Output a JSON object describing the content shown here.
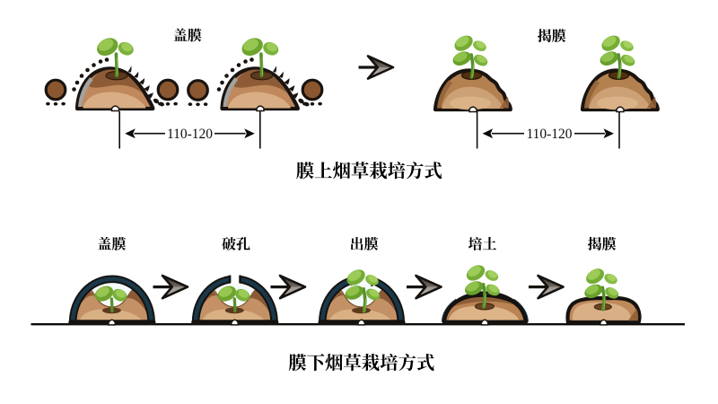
{
  "diagram": {
    "top_method": {
      "film_on_label": "盖膜",
      "film_removed_label": "揭膜",
      "row_spacing_left": "110-120",
      "row_spacing_right": "110-120",
      "caption": "膜上烟草栽培方式"
    },
    "bottom_method": {
      "stages": [
        {
          "label": "盖膜"
        },
        {
          "label": "破孔"
        },
        {
          "label": "出膜"
        },
        {
          "label": "培土"
        },
        {
          "label": "揭膜"
        }
      ],
      "caption": "膜下烟草栽培方式"
    },
    "colors": {
      "background": "#ffffff",
      "outline": "#15120f",
      "soil": "#c0885c",
      "soil_dark": "#8d5c37",
      "soil_light": "#d9ae84",
      "planting_hole": "#5c3a1e",
      "film_dome": "#1c3c50",
      "leaf_green": "#74ac35",
      "leaf_light": "#97c751",
      "stem_green": "#578f2b",
      "arrow_dark": "#4a423b",
      "arrow_light": "#b9b1ab"
    }
  }
}
